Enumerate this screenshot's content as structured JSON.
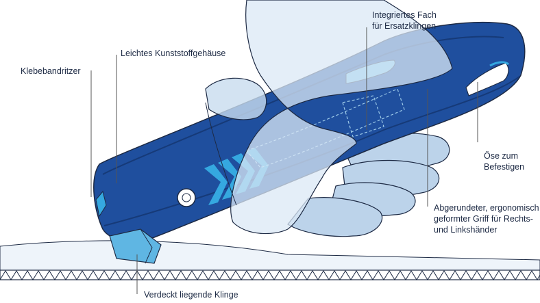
{
  "labels": {
    "klebebandritzer": "Klebebandritzer",
    "gehaeuse": "Leichtes Kunststoffgehäuse",
    "fach_line1": "Integriertes Fach",
    "fach_line2": "für Ersatzklingen",
    "oese_line1": "Öse zum",
    "oese_line2": "Befestigen",
    "griff_line1": "Abgerundeter, ergonomisch",
    "griff_line2": "geformter Griff für Rechts-",
    "griff_line3": "und Linkshänder",
    "klinge": "Verdeckt liegende Klinge"
  },
  "colors": {
    "knife_body": "#1f4f9e",
    "knife_dark": "#163a78",
    "accent_cyan": "#35a8e0",
    "hand_fill": "#bcd3ea",
    "outline": "#1d2a44",
    "callout": "#555555"
  }
}
